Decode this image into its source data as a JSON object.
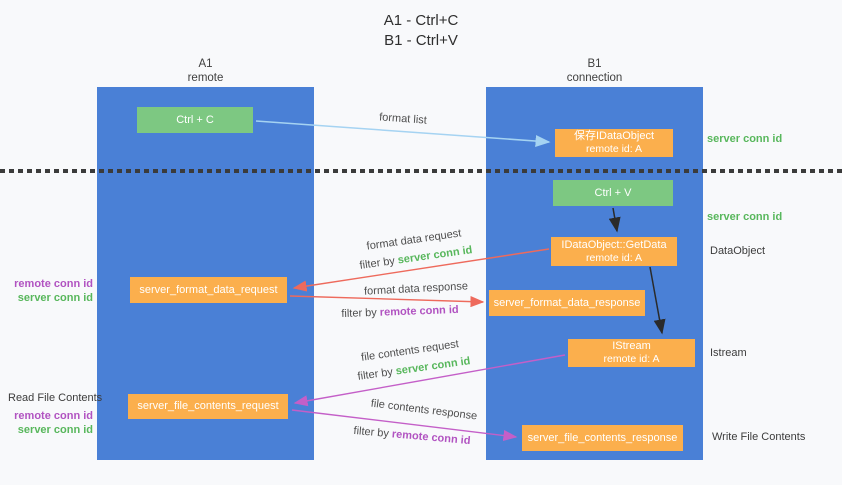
{
  "title": {
    "line1": "A1 - Ctrl+C",
    "line2": "B1 - Ctrl+V"
  },
  "lifelines": {
    "a1": {
      "name": "A1",
      "subtitle": "remote"
    },
    "b1": {
      "name": "B1",
      "subtitle": "connection"
    }
  },
  "boxes": {
    "ctrl_c": "Ctrl + C",
    "ctrl_v": "Ctrl + V",
    "save_idataobject": {
      "line1": "保存IDataObject",
      "line2": "remote id: A"
    },
    "idataobject_getdata": {
      "line1": "IDataObject::GetData",
      "line2": "remote id: A"
    },
    "istream": {
      "line1": "IStream",
      "line2": "remote id: A"
    },
    "server_format_data_request": "server_format_data_request",
    "server_format_data_response": "server_format_data_response",
    "server_file_contents_request": "server_file_contents_request",
    "server_file_contents_response": "server_file_contents_response"
  },
  "arrow_labels": {
    "format_list": "format list",
    "format_data_request": "format data request",
    "format_data_response": "format data response",
    "file_contents_request": "file contents request",
    "file_contents_response": "file contents response",
    "filter_by": "filter by",
    "server_conn_id": "server conn id",
    "remote_conn_id": "remote conn id"
  },
  "side_labels": {
    "server_conn_id_1": "server conn id",
    "server_conn_id_2": "server conn id",
    "dataobject": "DataObject",
    "istream": "Istream",
    "write_file_contents": "Write File Contents",
    "read_file_contents": "Read File Contents",
    "remote_conn_id_1": "remote conn id",
    "server_conn_id_3": "server conn id",
    "remote_conn_id_2": "remote conn id",
    "server_conn_id_4": "server conn id"
  },
  "colors": {
    "lifeline_blue": "#4a80d6",
    "box_orange": "#fbaf4d",
    "box_green": "#7dc882",
    "green_text": "#58b75c",
    "purple_text": "#b153c1",
    "red_arrow": "#ee6a5c",
    "purple_arrow": "#c45fc8",
    "blue_arrow": "#a5d3f2",
    "black_arrow": "#2a2a2a"
  }
}
